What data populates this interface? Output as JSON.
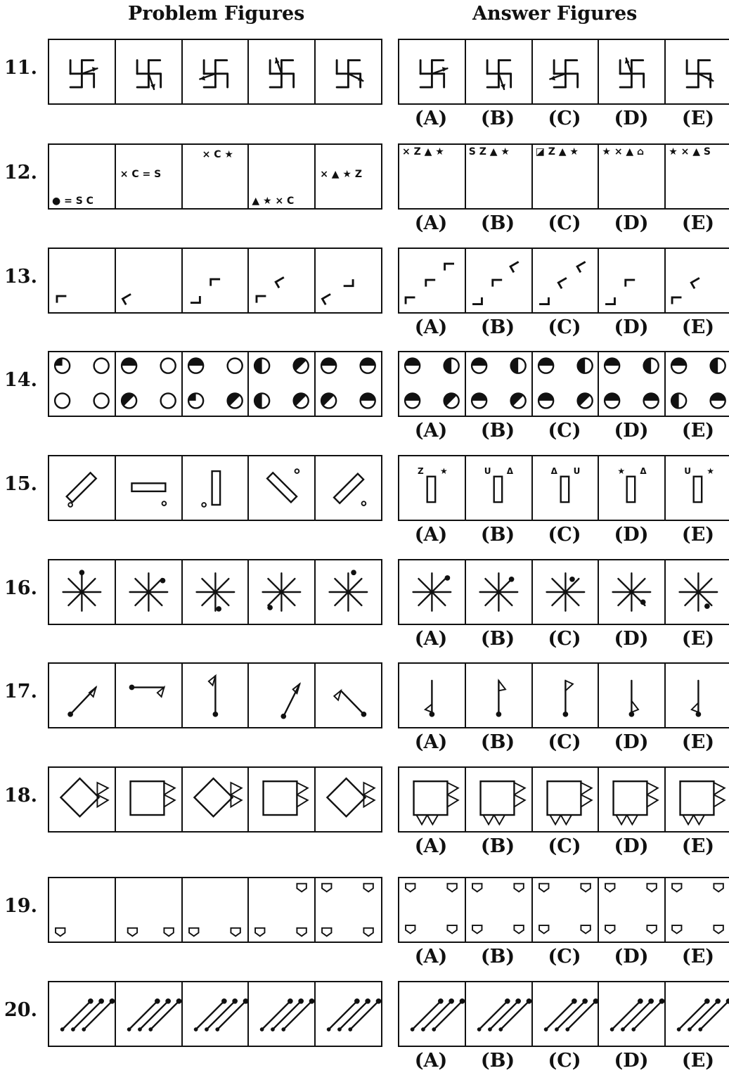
{
  "headers": {
    "problem": "Problem Figures",
    "answer": "Answer Figures"
  },
  "answer_labels": [
    "(A)",
    "(B)",
    "(C)",
    "(D)",
    "(E)"
  ],
  "questions": [
    {
      "number": "11."
    },
    {
      "number": "12.",
      "problem_texts": [
        "● = S C",
        "× C = S",
        "× C ★",
        "▲ ★ × C",
        "× ▲ ★ Z"
      ],
      "answer_texts": [
        "× Z ▲ ★",
        "S Z ▲ ★",
        "◪ Z ▲ ★",
        "★ × ▲ ⌂",
        "★ × ▲ S"
      ]
    },
    {
      "number": "13."
    },
    {
      "number": "14."
    },
    {
      "number": "15.",
      "answer_left": [
        "Z",
        "U",
        "Δ",
        "★",
        "U"
      ],
      "answer_right": [
        "★",
        "Δ",
        "U",
        "Δ",
        "★"
      ]
    },
    {
      "number": "16."
    },
    {
      "number": "17."
    },
    {
      "number": "18."
    },
    {
      "number": "19."
    },
    {
      "number": "20."
    }
  ]
}
